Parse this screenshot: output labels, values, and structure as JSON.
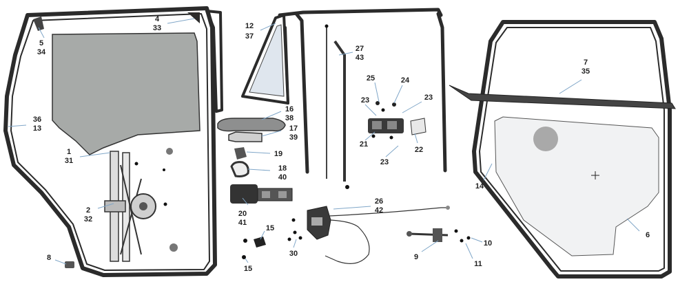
{
  "diagram": {
    "callouts": [
      {
        "id": "c1",
        "lines": [
          "4",
          "33"
        ]
      },
      {
        "id": "c2",
        "lines": [
          "5",
          "34"
        ]
      },
      {
        "id": "c3",
        "lines": [
          "36",
          "13"
        ]
      },
      {
        "id": "c4",
        "lines": [
          "1",
          "31"
        ]
      },
      {
        "id": "c5",
        "lines": [
          "2",
          "32"
        ]
      },
      {
        "id": "c6",
        "lines": [
          "8"
        ]
      },
      {
        "id": "c7",
        "lines": [
          "12",
          "37"
        ]
      },
      {
        "id": "c8",
        "lines": [
          "16",
          "38"
        ]
      },
      {
        "id": "c9",
        "lines": [
          "17",
          "39"
        ]
      },
      {
        "id": "c10",
        "lines": [
          "19"
        ]
      },
      {
        "id": "c11",
        "lines": [
          "18",
          "40"
        ]
      },
      {
        "id": "c12",
        "lines": [
          "20",
          "41"
        ]
      },
      {
        "id": "c13",
        "lines": [
          "15"
        ]
      },
      {
        "id": "c14",
        "lines": [
          "15"
        ]
      },
      {
        "id": "c15",
        "lines": [
          "30"
        ]
      },
      {
        "id": "c16",
        "lines": [
          "27",
          "43"
        ]
      },
      {
        "id": "c17",
        "lines": [
          "25"
        ]
      },
      {
        "id": "c18",
        "lines": [
          "24"
        ]
      },
      {
        "id": "c19",
        "lines": [
          "23"
        ]
      },
      {
        "id": "c20",
        "lines": [
          "23"
        ]
      },
      {
        "id": "c21",
        "lines": [
          "21"
        ]
      },
      {
        "id": "c22",
        "lines": [
          "22"
        ]
      },
      {
        "id": "c23",
        "lines": [
          "23"
        ]
      },
      {
        "id": "c24",
        "lines": [
          "26",
          "42"
        ]
      },
      {
        "id": "c25",
        "lines": [
          "9"
        ]
      },
      {
        "id": "c26",
        "lines": [
          "10"
        ]
      },
      {
        "id": "c27",
        "lines": [
          "11"
        ]
      },
      {
        "id": "c28",
        "lines": [
          "7",
          "35"
        ]
      },
      {
        "id": "c29",
        "lines": [
          "14"
        ]
      },
      {
        "id": "c30",
        "lines": [
          "6"
        ]
      }
    ]
  },
  "colors": {
    "frame": "#2b2b2b",
    "glass": "#a7aaa8",
    "leader": "#7fa6c8",
    "panel": "#f1f2f3",
    "hardware": "#3a3a3a"
  }
}
